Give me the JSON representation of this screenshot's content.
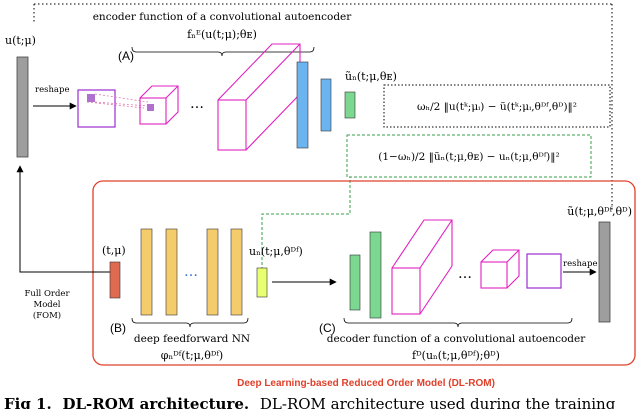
{
  "encoder": {
    "title": "encoder function of a convolutional autoencoder",
    "formula": "fₙᴱ(u(t;μ);θᴇ)",
    "marker": "(A)",
    "input_label": "u(t;μ)",
    "reshape_label": "reshape",
    "latent_label": "ũₙ(t;μ,θᴇ)"
  },
  "losses": {
    "omega_loss": "ωₕ/2 ‖u(tᵏ;μᵢ) − ũ(tᵏ;μᵢ,θᴰᶠ,θᴰ)‖²",
    "one_minus_omega_loss": "(1−ωₕ)/2 ‖ũₙ(t;μ,θᴇ) − uₙ(t;μ,θᴰᶠ)‖²"
  },
  "dlrom": {
    "region_label": "Deep Learning-based Reduced Order Model (DL-ROM)",
    "input_label": "(t,μ)",
    "fom_label_lines": [
      "Full Order",
      "Model",
      "(FOM)"
    ],
    "ffnn_marker": "(B)",
    "ffnn_title": "deep feedforward NN",
    "ffnn_formula": "φₙᴰᶠ(t;μ,θᴰᶠ)",
    "ffnn_output_label": "uₙ(t;μ,θᴰᶠ)",
    "decoder_marker": "(C)",
    "decoder_title": "decoder function of a convolutional autoencoder",
    "decoder_formula": "fᴰ(uₙ(t;μ,θᴰᶠ);θᴰ)",
    "output_label": "ũ(t;μ,θᴰᶠ,θᴰ)",
    "reshape_label": "reshape"
  },
  "caption": {
    "fig_label": "Fig 1.",
    "bold_title": "DL-ROM architecture.",
    "text": "DL-ROM architecture used during the training"
  },
  "ellipsis": "…",
  "colors": {
    "dlrom_frame": "#e0402a",
    "encoder_magenta": "#e020c0",
    "blue_layer": "#6cb4f0",
    "green_layer": "#7cd890",
    "lime_layer": "#e8ff70",
    "orange_layer": "#f4cc6c",
    "input_red": "#e06a50",
    "fom_gray": "#9e9e9e",
    "dashed_green": "#3aa04a",
    "loss_purple": "#a050c0"
  }
}
